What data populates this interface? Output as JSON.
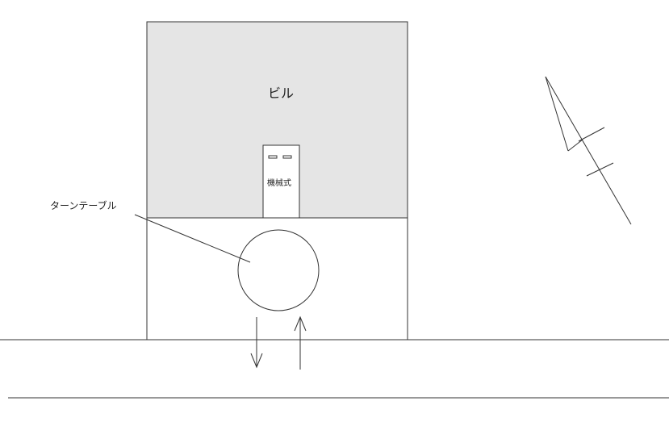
{
  "labels": {
    "building": "ビル",
    "parking": "機械式",
    "turntable": "ターンテーブル"
  },
  "colors": {
    "building_fill": "#e5e5e5",
    "line": "#333333",
    "background": "#ffffff"
  },
  "icons": {
    "north_arrow": "north-arrow-icon",
    "traffic_in": "arrow-up-icon",
    "traffic_out": "arrow-down-icon"
  }
}
